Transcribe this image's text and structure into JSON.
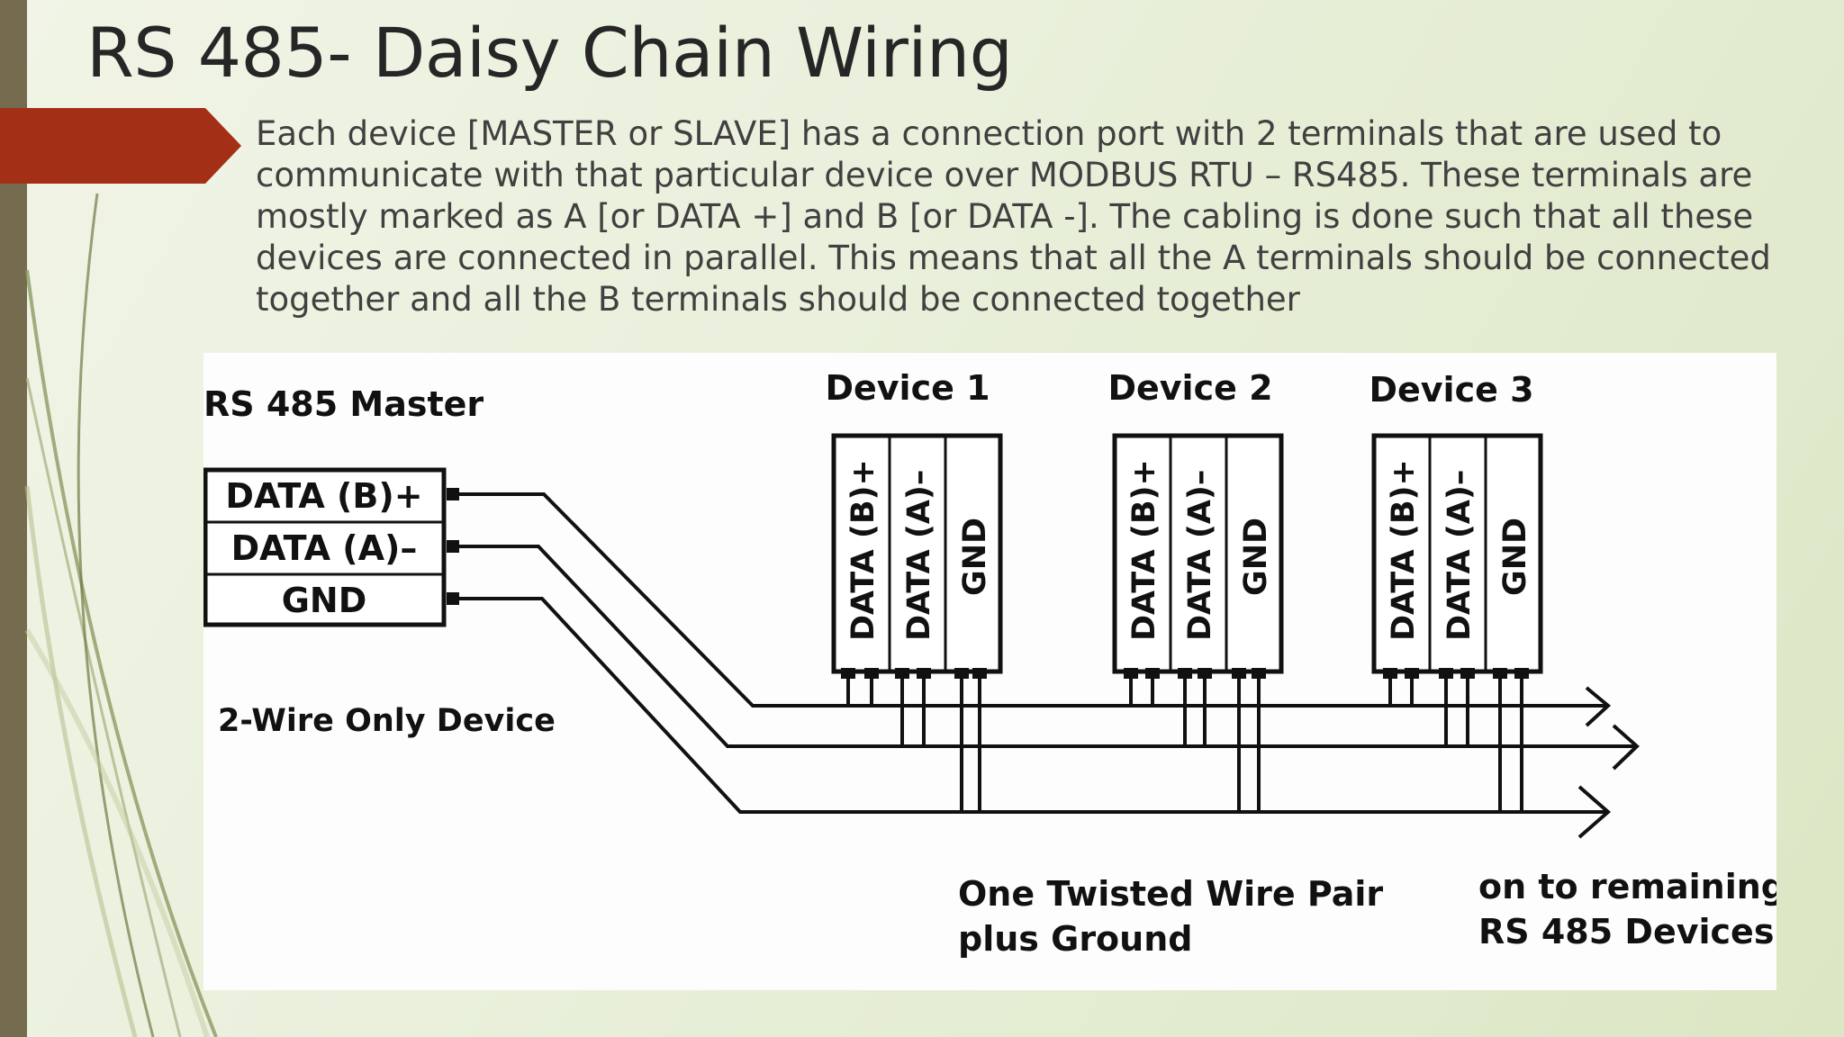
{
  "slide": {
    "title": "RS 485- Daisy Chain Wiring",
    "description": "Each device [MASTER or SLAVE] has a connection port with 2 terminals that are used to\ncommunicate with that particular device over MODBUS RTU – RS485. These terminals are\nmostly marked as A [or DATA +] and B [or DATA -]. The cabling is done such that all these\ndevices are connected in parallel. This means that all the A terminals should be connected\ntogether and all the B terminals should be connected together"
  },
  "colors": {
    "accent_tab": "#a42f17",
    "left_bar": "#756c4f",
    "swoosh": "#8c9a63"
  },
  "diagram": {
    "master": {
      "title": "RS 485 Master",
      "terminals": [
        "DATA (B)+",
        "DATA (A)–",
        "GND"
      ]
    },
    "note_left": "2-Wire Only Device",
    "devices": [
      {
        "title": "Device 1",
        "terminals": [
          "DATA (B)+",
          "DATA (A)–",
          "GND"
        ]
      },
      {
        "title": "Device 2",
        "terminals": [
          "DATA (B)+",
          "DATA (A)–",
          "GND"
        ]
      },
      {
        "title": "Device 3",
        "terminals": [
          "DATA (B)+",
          "DATA (A)–",
          "GND"
        ]
      }
    ],
    "caption_pair": [
      "One Twisted Wire Pair",
      "plus Ground"
    ],
    "caption_remaining": [
      "on to remaining",
      "RS 485 Devices"
    ]
  }
}
